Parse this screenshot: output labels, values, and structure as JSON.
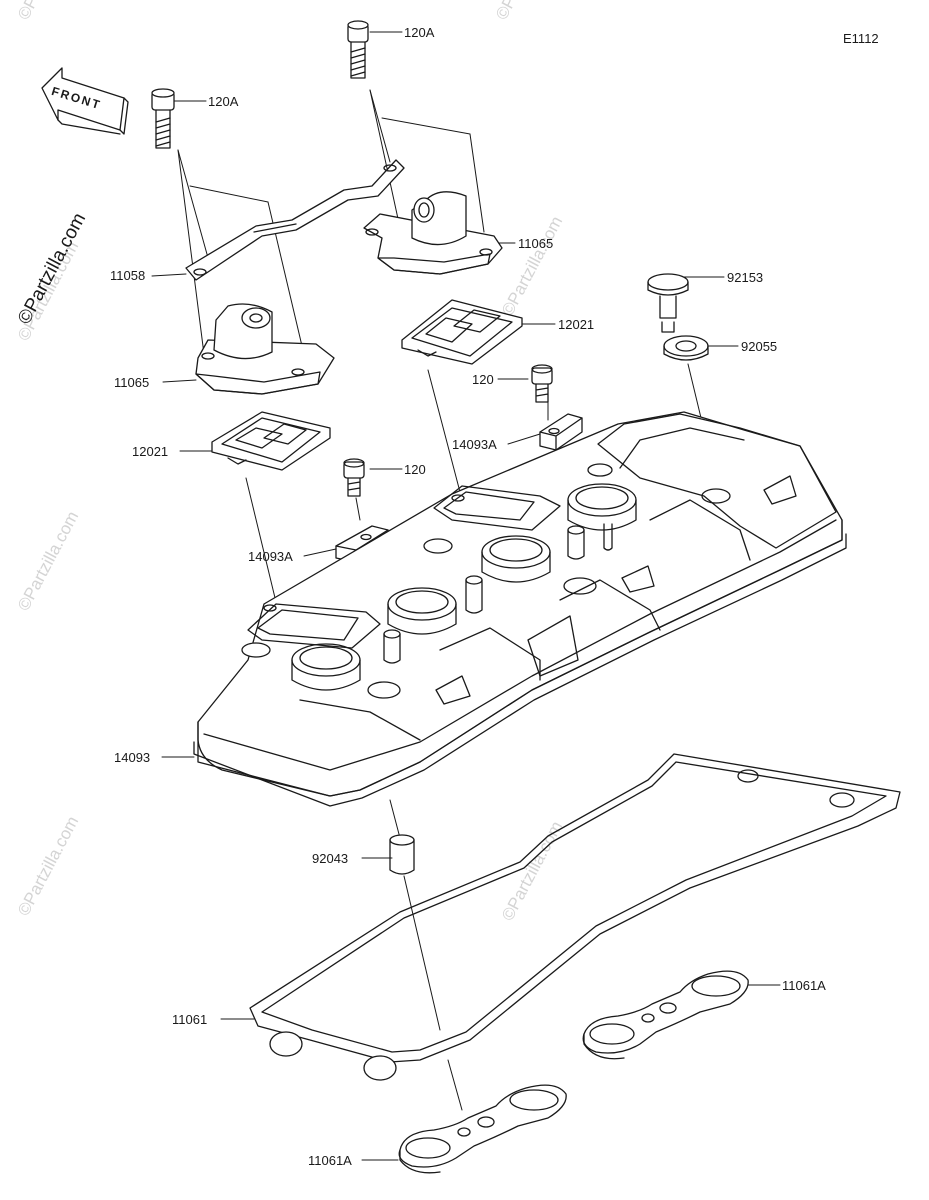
{
  "diagram_code": "E1112",
  "front_label": "FRONT",
  "watermark": "©Partzilla.com",
  "labels": [
    {
      "id": "p120a_top",
      "text": "120A"
    },
    {
      "id": "p120a_left",
      "text": "120A"
    },
    {
      "id": "p11065_right",
      "text": "11065"
    },
    {
      "id": "p11058",
      "text": "11058"
    },
    {
      "id": "p92153",
      "text": "92153"
    },
    {
      "id": "p12021_right",
      "text": "12021"
    },
    {
      "id": "p92055",
      "text": "92055"
    },
    {
      "id": "p11065_left",
      "text": "11065"
    },
    {
      "id": "p120_right",
      "text": "120"
    },
    {
      "id": "p14093a_right",
      "text": "14093A"
    },
    {
      "id": "p12021_left",
      "text": "12021"
    },
    {
      "id": "p120_left",
      "text": "120"
    },
    {
      "id": "p14093a_left",
      "text": "14093A"
    },
    {
      "id": "p14093",
      "text": "14093"
    },
    {
      "id": "p92043",
      "text": "92043"
    },
    {
      "id": "p11061",
      "text": "11061"
    },
    {
      "id": "p11061a_right",
      "text": "11061A"
    },
    {
      "id": "p11061a_bottom",
      "text": "11061A"
    }
  ]
}
